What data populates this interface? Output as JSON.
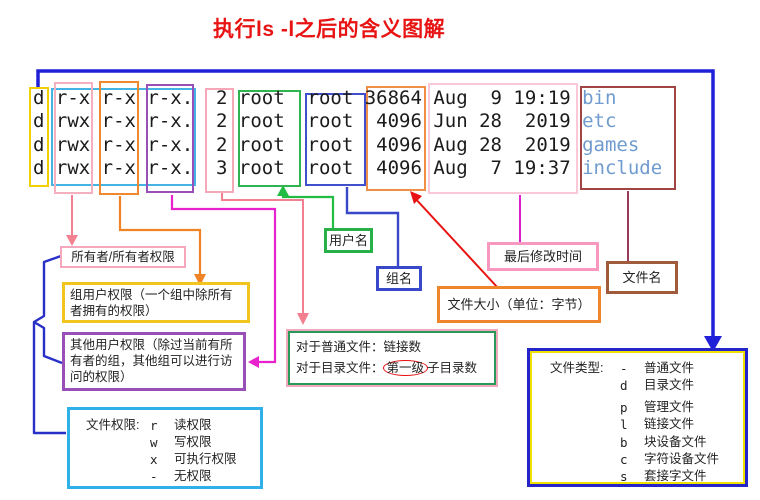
{
  "title": "执行ls -l之后的含义图解",
  "terminal": {
    "rows": [
      {
        "body": "d r-x r-x r-x.  2 root  root 36864 Aug  9 19:19 ",
        "name": "bin"
      },
      {
        "body": "d rwx r-x r-x.  2 root  root  4096 Jun 28  2019 ",
        "name": "etc"
      },
      {
        "body": "d rwx r-x r-x.  2 root  root  4096 Aug 28  2019 ",
        "name": "games"
      },
      {
        "body": "d rwx r-x r-x.  3 root  root  4096 Aug  7 19:37 ",
        "name": "include"
      }
    ]
  },
  "labels": {
    "owner": "所有者/所有者权限",
    "group_perm": "组用户权限（一个组中除所有者拥有的权限）",
    "other_perm": "其他用户权限（除过当前有所有者的组，其他组可以进行访问的权限）",
    "username": "用户名",
    "groupname": "组名",
    "mtime": "最后修改时间",
    "filename": "文件名",
    "filesize": "文件大小（单位：字节）",
    "link_line1": "对于普通文件：链接数",
    "link_line2_pre": "对于目录文件：",
    "link_line2_circled": "第一级",
    "link_line2_post": "子目录数"
  },
  "perm_legend": {
    "header": "文件权限:",
    "entries": [
      {
        "letter": "r",
        "desc": "读权限"
      },
      {
        "letter": "w",
        "desc": "写权限"
      },
      {
        "letter": "x",
        "desc": "可执行权限"
      },
      {
        "letter": "-",
        "desc": "无权限"
      }
    ]
  },
  "type_legend": {
    "header": "文件类型:",
    "entries": [
      {
        "letter": "-",
        "desc": "普通文件"
      },
      {
        "letter": "d",
        "desc": "目录文件"
      },
      {
        "letter": "p",
        "desc": "管理文件"
      },
      {
        "letter": "l",
        "desc": "链接文件"
      },
      {
        "letter": "b",
        "desc": "块设备文件"
      },
      {
        "letter": "c",
        "desc": "字符设备文件"
      },
      {
        "letter": "s",
        "desc": "套接字文件"
      }
    ]
  },
  "colors": {
    "title_red": "#e81414",
    "filename_text": "#6f9bce",
    "type_col_yellow": "#f0d000",
    "perm_wrapper_cyan": "#44b4e4",
    "owner_pink": "#f5b0c0",
    "group_orange": "#f08830",
    "other_purple": "#9850b8",
    "links_pink": "#f5a8b8",
    "user_green": "#30b450",
    "group_navy": "#4050cc",
    "size_orange": "#f09048",
    "date_pink": "#fac8d8",
    "fname_maroon": "#a04444",
    "loop_blue": "#2020d8",
    "legend_cyan": "#30b0e8",
    "legend_navy": "#2424c8",
    "legend_gold": "#f2c41e",
    "circle_red": "#e81010"
  }
}
